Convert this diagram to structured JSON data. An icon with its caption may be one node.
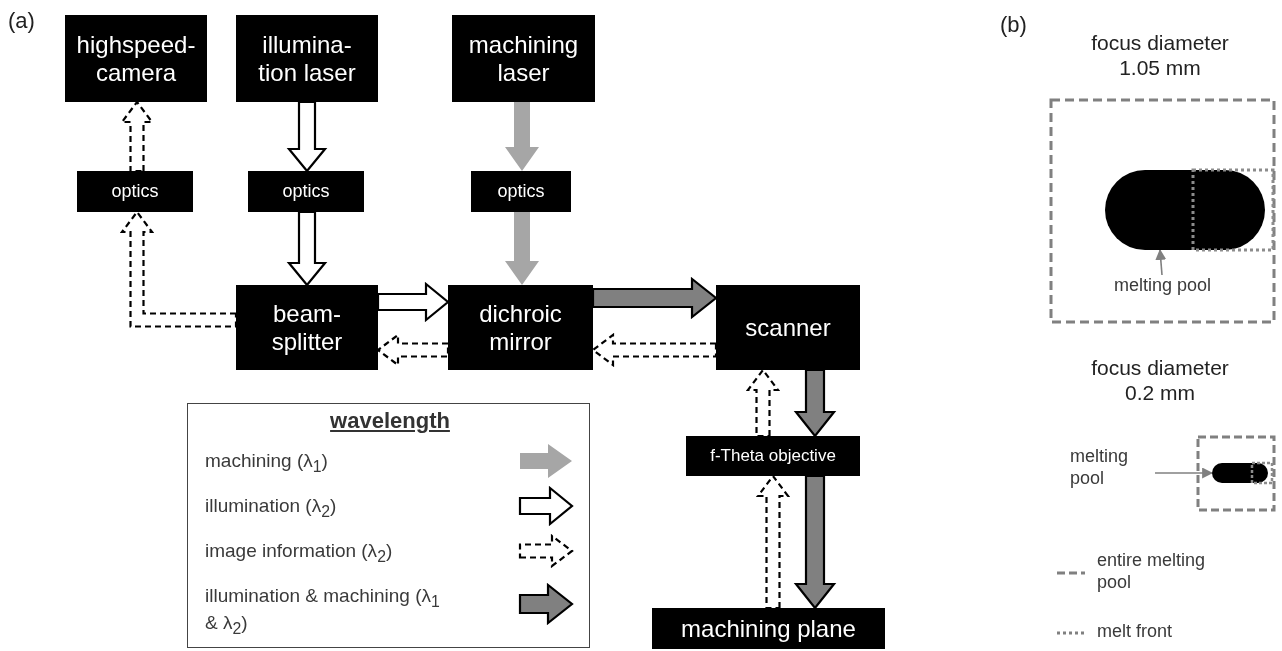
{
  "diagram": {
    "nodes": [
      {
        "text": [
          "highspeed- camera"
        ]
      },
      {
        "text": [
          "illumina- tion laser"
        ]
      },
      {
        "text": [
          "machining laser"
        ]
      },
      {
        "text": [
          "optics"
        ]
      },
      {
        "text": [
          "optics"
        ]
      },
      {
        "text": [
          "optics"
        ]
      },
      {
        "text": [
          "beam- splitter"
        ]
      },
      {
        "text": [
          "dichroic mirror"
        ]
      },
      {
        "text": [
          "scanner"
        ]
      },
      {
        "text": [
          "f-Theta objective"
        ]
      },
      {
        "text": [
          "machining plane"
        ]
      },
      {
        "text": [
          "melting pool"
        ]
      },
      {
        "text": [],
        "shape": "pill"
      },
      {
        "text": [
          "melting pool"
        ]
      },
      {
        "text": [],
        "shape": "pill"
      }
    ],
    "edges": [
      {
        "from": 1,
        "to": 4,
        "arrow": "to"
      },
      {
        "from": 4,
        "to": 6,
        "arrow": "to"
      },
      {
        "from": 2,
        "to": 5,
        "arrow": "to",
        "color": "#a6a6a6"
      },
      {
        "from": 5,
        "to": 7,
        "arrow": "to",
        "color": "#a6a6a6"
      },
      {
        "from": 6,
        "to": 7,
        "arrow": "to"
      },
      {
        "from": 7,
        "to": 8,
        "arrow": "to",
        "style": "thick",
        "color": "#808080"
      },
      {
        "from": 8,
        "to": 9,
        "arrow": "to",
        "style": "thick",
        "color": "#808080"
      },
      {
        "from": 9,
        "to": 10,
        "arrow": "to",
        "style": "thick",
        "color": "#808080"
      },
      {
        "from": 10,
        "to": 9,
        "arrow": "to",
        "style": "dashed"
      },
      {
        "from": 9,
        "to": 8,
        "arrow": "to",
        "style": "dashed"
      },
      {
        "from": 8,
        "to": 7,
        "arrow": "to",
        "style": "dashed"
      },
      {
        "from": 7,
        "to": 6,
        "arrow": "to",
        "style": "dashed"
      },
      {
        "from": 6,
        "to": 3,
        "arrow": "to",
        "style": "dashed"
      },
      {
        "from": 3,
        "to": 0,
        "arrow": "to",
        "style": "dashed"
      },
      {
        "from": 11,
        "to": 12,
        "arrow": "to",
        "color": "#808080"
      },
      {
        "from": 13,
        "to": 14,
        "arrow": "to",
        "color": "#808080"
      }
    ],
    "labels": [
      "(a)",
      "wavelength",
      "(b)",
      "focus diameter 1.05 mm",
      "focus diameter 0.2 mm"
    ],
    "legend": [
      {
        "text": "machining (λ$_{1}$)"
      },
      {
        "text": "illumination (λ$_{2}$)"
      },
      {
        "text": "image information  (λ$_{2}$)"
      },
      {
        "text": "illumination & machining (λ$_{1}$ & λ$_{2}$)"
      },
      {
        "text": "entire melting pool"
      },
      {
        "text": "melt front"
      }
    ]
  }
}
